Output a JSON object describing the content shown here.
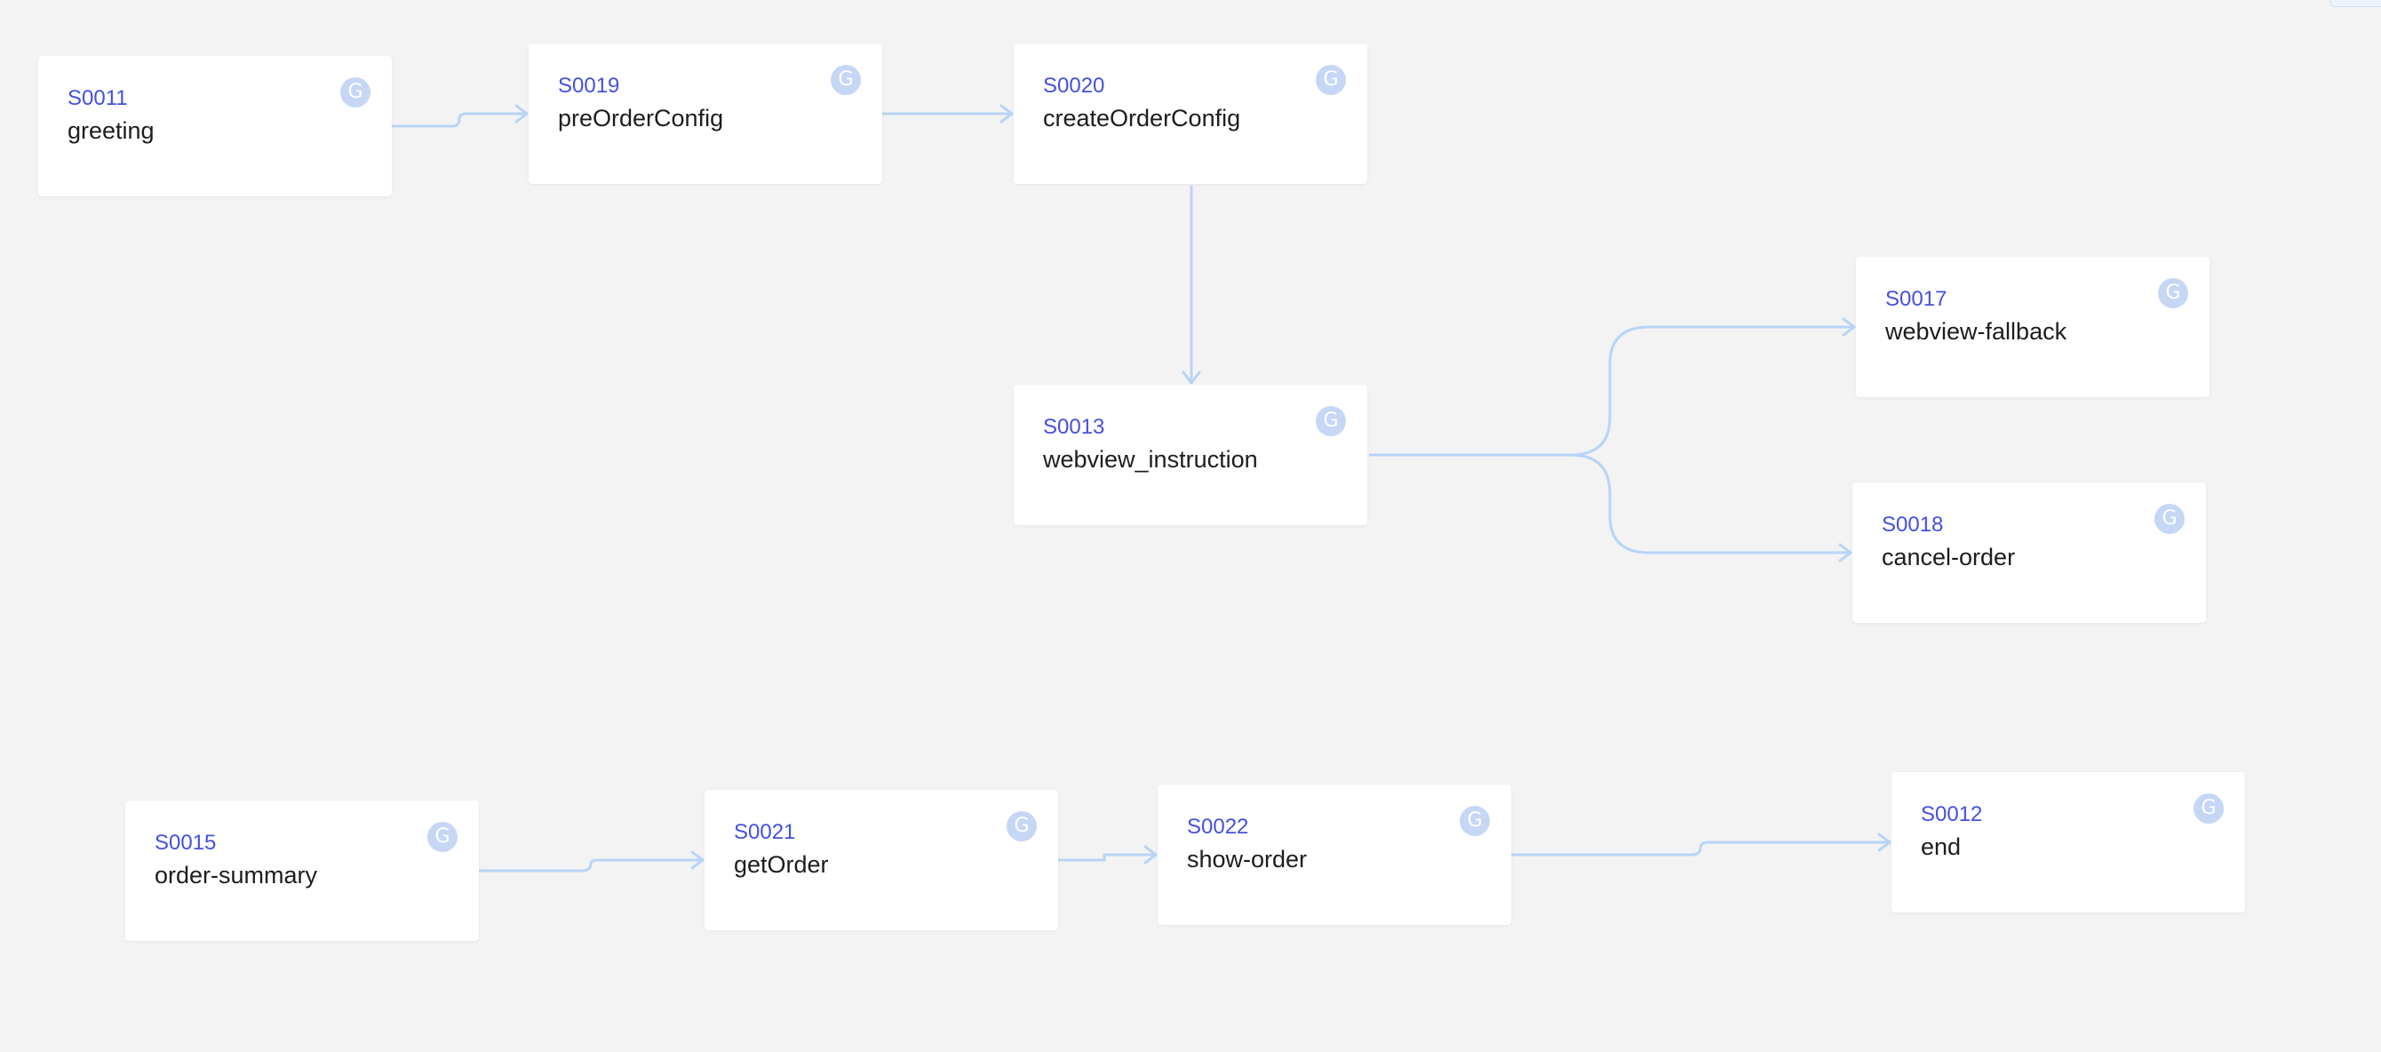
{
  "flow": {
    "nodes": [
      {
        "id": "S0011",
        "name": "greeting",
        "badge": "G"
      },
      {
        "id": "S0019",
        "name": "preOrderConfig",
        "badge": "G"
      },
      {
        "id": "S0020",
        "name": "createOrderConfig",
        "badge": "G"
      },
      {
        "id": "S0013",
        "name": "webview_instruction",
        "badge": "G"
      },
      {
        "id": "S0017",
        "name": "webview-fallback",
        "badge": "G"
      },
      {
        "id": "S0018",
        "name": "cancel-order",
        "badge": "G"
      },
      {
        "id": "S0015",
        "name": "order-summary",
        "badge": "G"
      },
      {
        "id": "S0021",
        "name": "getOrder",
        "badge": "G"
      },
      {
        "id": "S0022",
        "name": "show-order",
        "badge": "G"
      },
      {
        "id": "S0012",
        "name": "end",
        "badge": "G"
      }
    ],
    "edges": [
      {
        "from": "S0011",
        "to": "S0019"
      },
      {
        "from": "S0019",
        "to": "S0020"
      },
      {
        "from": "S0020",
        "to": "S0013"
      },
      {
        "from": "S0013",
        "to": "S0017"
      },
      {
        "from": "S0013",
        "to": "S0018"
      },
      {
        "from": "S0015",
        "to": "S0021"
      },
      {
        "from": "S0021",
        "to": "S0022"
      },
      {
        "from": "S0022",
        "to": "S0012"
      }
    ]
  },
  "colors": {
    "background": "#f3f3f3",
    "node_id_text": "#4450e0",
    "node_name_text": "#1d1d1d",
    "edge": "#b8d4f7",
    "badge": "#c5d7f5"
  }
}
